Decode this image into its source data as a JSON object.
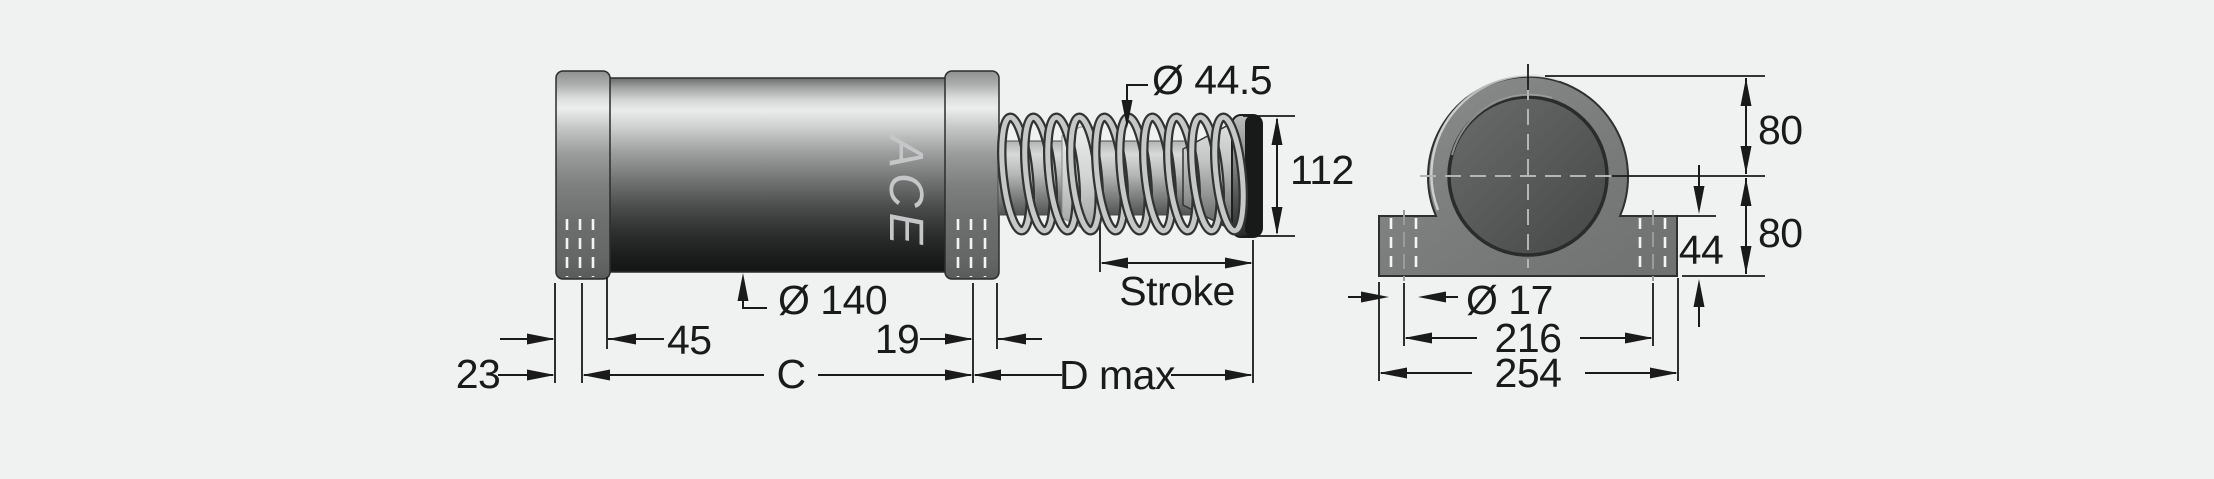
{
  "title": "Shock absorber dimension drawing",
  "side_view": {
    "logo": "ACE",
    "labels": {
      "offset_23": "23",
      "flange_45": "45",
      "body_dia": "Ø 140",
      "head_19": "19",
      "length_c": "C",
      "length_dmax": "D max",
      "stroke": "Stroke",
      "rod_dia": "Ø 44.5",
      "striker_dia": "112"
    }
  },
  "front_view": {
    "labels": {
      "upper_80": "80",
      "lower_80": "80",
      "base_44": "44",
      "hole_dia": "Ø 17",
      "bolt_spacing_216": "216",
      "base_width_254": "254"
    }
  },
  "colors": {
    "background": "#f0f1f1",
    "line": "#1a1a1a",
    "steel_light": "#eceeee",
    "steel_dark": "#161818",
    "flange_gray": "#7b7d7d"
  }
}
